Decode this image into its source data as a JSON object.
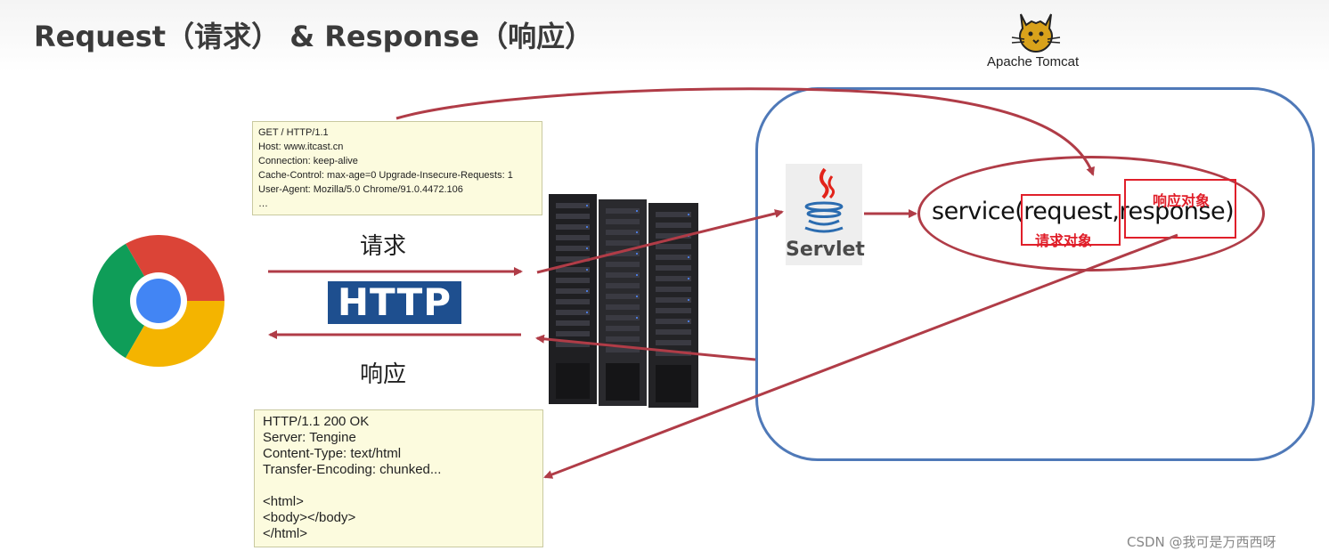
{
  "title": "Request（请求） & Response（响应）",
  "server": {
    "name": "Apache Tomcat"
  },
  "request_message": {
    "lines": [
      "GET / HTTP/1.1",
      "Host: www.itcast.cn",
      "Connection: keep-alive",
      "Cache-Control: max-age=0 Upgrade-Insecure-Requests: 1",
      "User-Agent: Mozilla/5.0 Chrome/91.0.4472.106",
      "…"
    ]
  },
  "response_message": {
    "header_lines": [
      "HTTP/1.1 200 OK",
      "Server: Tengine",
      "Content-Type: text/html",
      "Transfer-Encoding: chunked..."
    ],
    "body_lines": [
      "<html>",
      "<body></body>",
      "</html>"
    ]
  },
  "labels": {
    "request": "请求",
    "response": "响应",
    "protocol": "HTTP"
  },
  "servlet": {
    "label": "Servlet"
  },
  "service_call": {
    "text": "service(request,response)",
    "request_object_label": "请求对象",
    "response_object_label": "响应对象"
  },
  "watermark": "CSDN @我可是万西西呀",
  "colors": {
    "arrow": "#b03c47",
    "highlight": "#e01f2a",
    "container_border": "#4f79b8",
    "note_background": "#fcfbde",
    "http_logo": "#1e4f8f"
  }
}
